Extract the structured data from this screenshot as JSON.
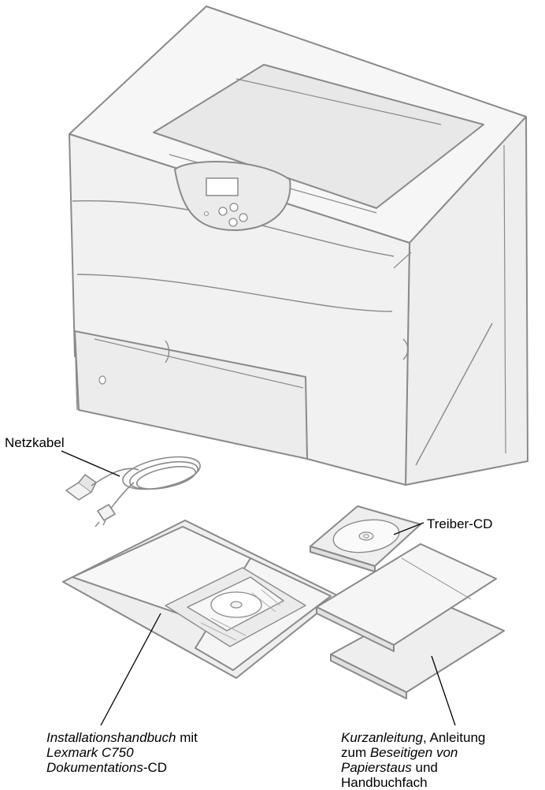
{
  "labels": {
    "power_cord": "Netzkabel",
    "driver_cd": "Treiber-CD",
    "install_guide": {
      "line1_italic": "Installationshandbuch",
      "line1_rest": " mit",
      "line2_italic": "Lexmark C750",
      "line3_italic": "Dokumentations",
      "line3_rest": "-CD"
    },
    "quick_ref": {
      "line1_italic": "Kurzanleitung",
      "line1_rest": ", Anleitung",
      "line2_plain": "zum ",
      "line2_italic": "Beseitigen von",
      "line3_italic": "Papierstaus",
      "line3_rest": " und",
      "line4_plain": "Handbuchfach"
    }
  },
  "colors": {
    "outline": "#8a8a8a",
    "fill_light": "#f3f3f3",
    "fill_mid": "#e6e6e6",
    "leader": "#000000"
  }
}
